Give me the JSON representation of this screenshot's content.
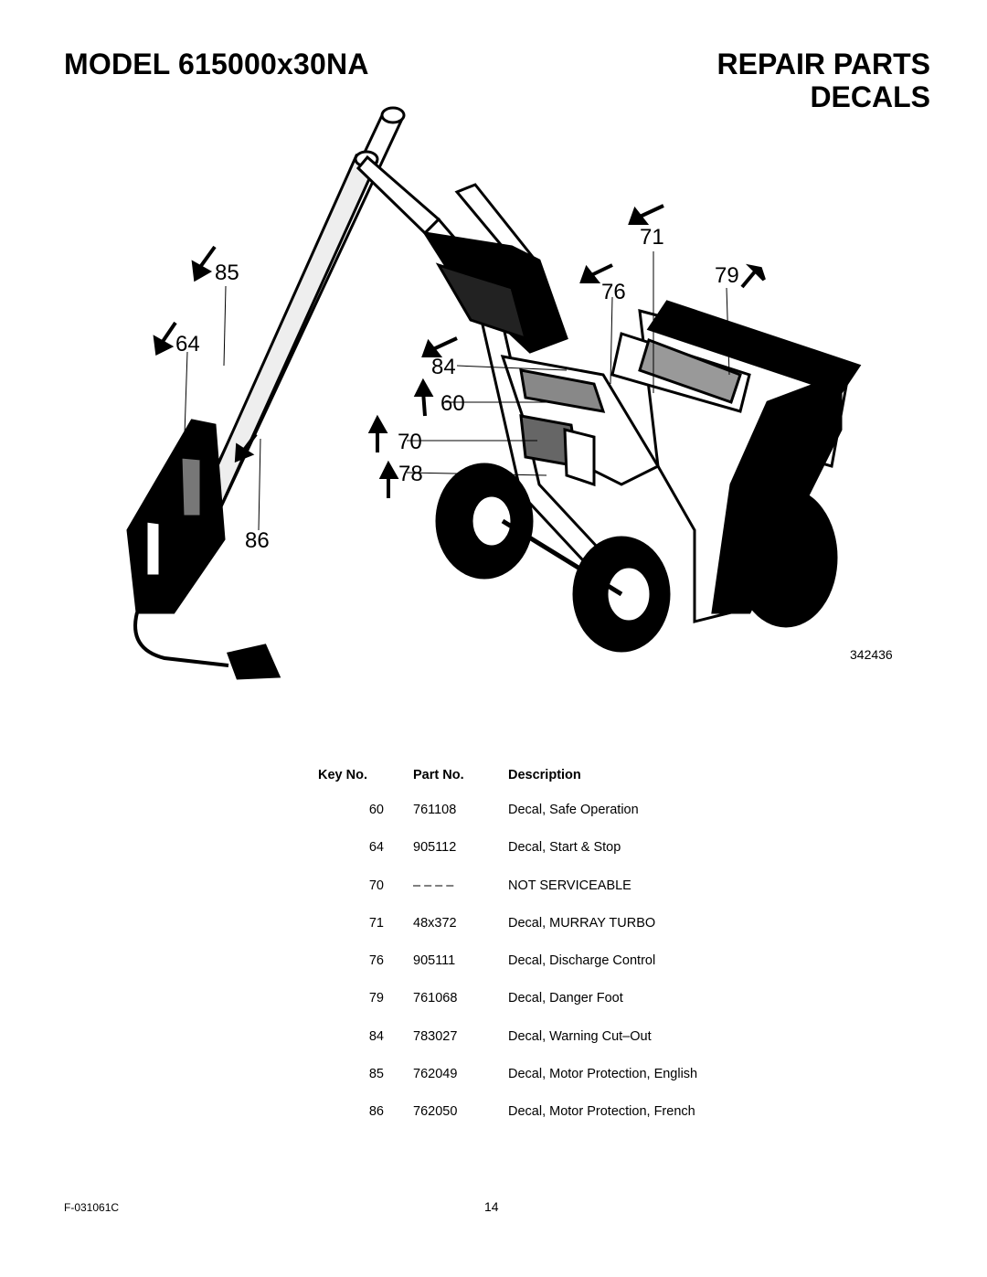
{
  "header": {
    "model": "MODEL 615000x30NA",
    "section_line1": "REPAIR PARTS",
    "section_line2": "DECALS"
  },
  "diagram": {
    "drawing_number": "342436",
    "callouts": [
      "85",
      "64",
      "71",
      "79",
      "76",
      "84",
      "60",
      "70",
      "78",
      "86"
    ]
  },
  "table": {
    "headers": {
      "key": "Key No.",
      "part": "Part No.",
      "description": "Description"
    },
    "rows": [
      {
        "key": "60",
        "part": "761108",
        "description": "Decal, Safe Operation"
      },
      {
        "key": "64",
        "part": "905112",
        "description": "Decal, Start & Stop"
      },
      {
        "key": "70",
        "part": "– – – –",
        "description": "NOT SERVICEABLE"
      },
      {
        "key": "71",
        "part": "48x372",
        "description": "Decal, MURRAY TURBO"
      },
      {
        "key": "76",
        "part": "905111",
        "description": "Decal, Discharge Control"
      },
      {
        "key": "79",
        "part": "761068",
        "description": "Decal, Danger Foot"
      },
      {
        "key": "84",
        "part": "783027",
        "description": "Decal, Warning Cut–Out"
      },
      {
        "key": "85",
        "part": "762049",
        "description": "Decal, Motor Protection, English"
      },
      {
        "key": "86",
        "part": "762050",
        "description": "Decal, Motor Protection, French"
      }
    ]
  },
  "footer": {
    "form_code": "F-031061C",
    "page": "14"
  }
}
